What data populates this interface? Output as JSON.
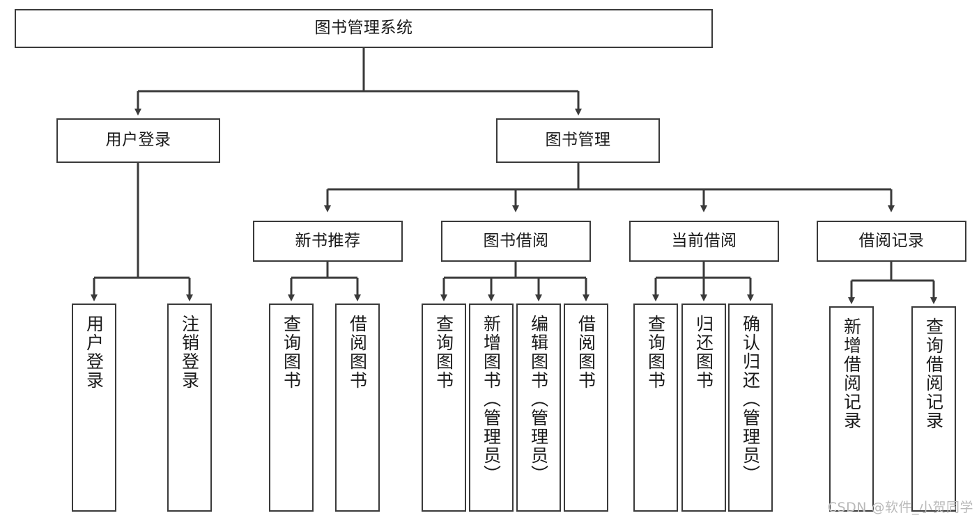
{
  "diagram": {
    "title": "图书管理系统",
    "watermark": "CSDN @软件_小贺同学",
    "colors": {
      "stroke": "#3a3a3a",
      "fill": "#ffffff",
      "text": "#1a1a1a",
      "watermark": "#b9b9b9"
    },
    "nodes": {
      "root": {
        "label": "图书管理系统"
      },
      "level2": [
        {
          "label": "用户登录"
        },
        {
          "label": "图书管理"
        }
      ],
      "level3": [
        {
          "label": "新书推荐"
        },
        {
          "label": "图书借阅"
        },
        {
          "label": "当前借阅"
        },
        {
          "label": "借阅记录"
        }
      ],
      "leaves": {
        "user_login": [
          {
            "label": "用户登录"
          },
          {
            "label": "注销登录"
          }
        ],
        "new_book_recommend": [
          {
            "label": "查询图书"
          },
          {
            "label": "借阅图书"
          }
        ],
        "book_borrow": [
          {
            "label": "查询图书"
          },
          {
            "label": "新增图书（管理员）"
          },
          {
            "label": "编辑图书（管理员）"
          },
          {
            "label": "借阅图书"
          }
        ],
        "current_borrow": [
          {
            "label": "查询图书"
          },
          {
            "label": "归还图书"
          },
          {
            "label": "确认归还（管理员）"
          }
        ],
        "borrow_record": [
          {
            "label": "新增借阅记录"
          },
          {
            "label": "查询借阅记录"
          }
        ]
      }
    }
  }
}
